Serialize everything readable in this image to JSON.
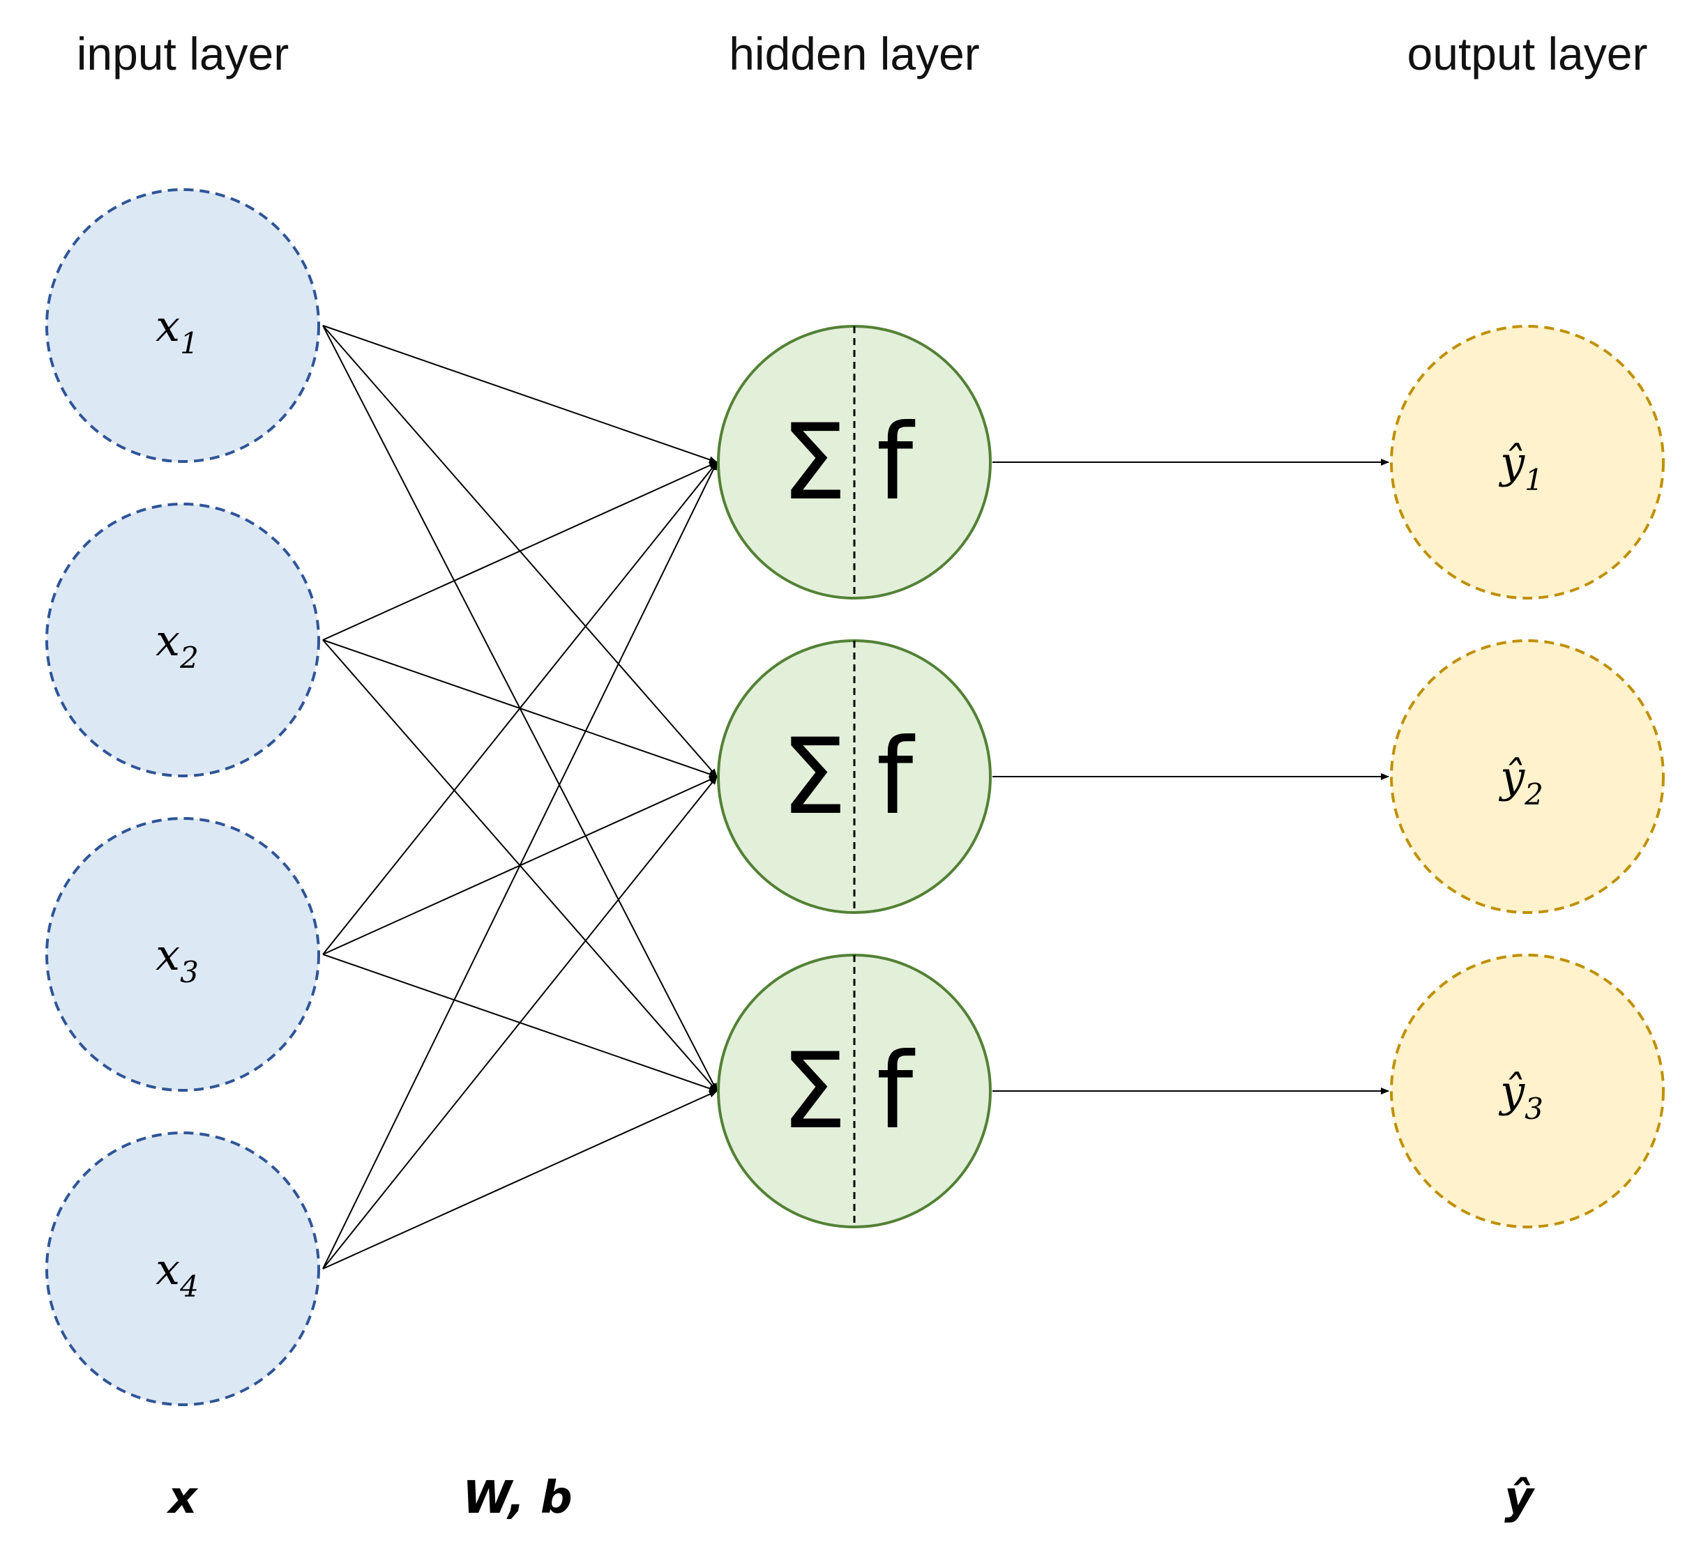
{
  "titles": {
    "input": "input layer",
    "hidden": "hidden layer",
    "output": "output layer"
  },
  "bottom_labels": {
    "input": "x",
    "weights": "W, b",
    "output": "ŷ"
  },
  "input_nodes": [
    {
      "var": "x",
      "sub": "1"
    },
    {
      "var": "x",
      "sub": "2"
    },
    {
      "var": "x",
      "sub": "3"
    },
    {
      "var": "x",
      "sub": "4"
    }
  ],
  "hidden_nodes": [
    {
      "sum": "Σ",
      "func": "f"
    },
    {
      "sum": "Σ",
      "func": "f"
    },
    {
      "sum": "Σ",
      "func": "f"
    }
  ],
  "output_nodes": [
    {
      "var": "ŷ",
      "sub": "1"
    },
    {
      "var": "ŷ",
      "sub": "2"
    },
    {
      "var": "ŷ",
      "sub": "3"
    }
  ],
  "colors": {
    "input_fill": "#dde8f5",
    "input_stroke": "#2f5597",
    "hidden_fill": "#e2efd9",
    "hidden_stroke": "#538135",
    "output_fill": "#fff2cc",
    "output_stroke": "#bf9000",
    "edge": "#000000"
  }
}
